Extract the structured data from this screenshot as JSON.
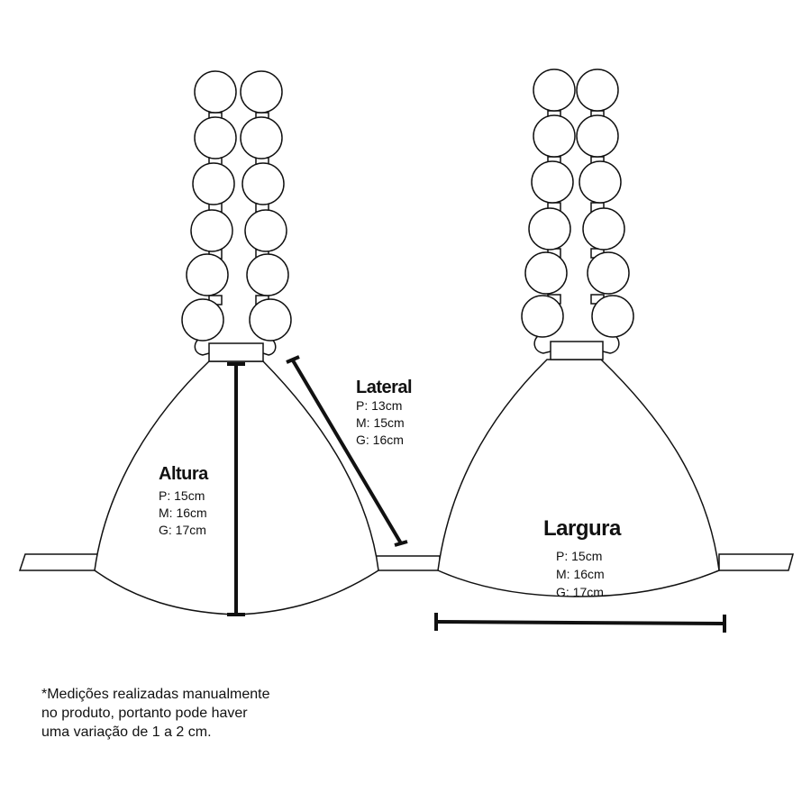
{
  "measurements": {
    "altura": {
      "title": "Altura",
      "sizes": [
        "P: 15cm",
        "M: 16cm",
        "G: 17cm"
      ]
    },
    "lateral": {
      "title": "Lateral",
      "sizes": [
        "P: 13cm",
        "M: 15cm",
        "G: 16cm"
      ]
    },
    "largura": {
      "title": "Largura",
      "sizes": [
        "P: 15cm",
        "M: 16cm",
        "G: 17cm"
      ]
    }
  },
  "note": "*Medições realizadas manualmente no produto, portanto pode haver uma variação de 1 a 2 cm.",
  "colors": {
    "stroke": "#111111",
    "fill": "#ffffff"
  }
}
